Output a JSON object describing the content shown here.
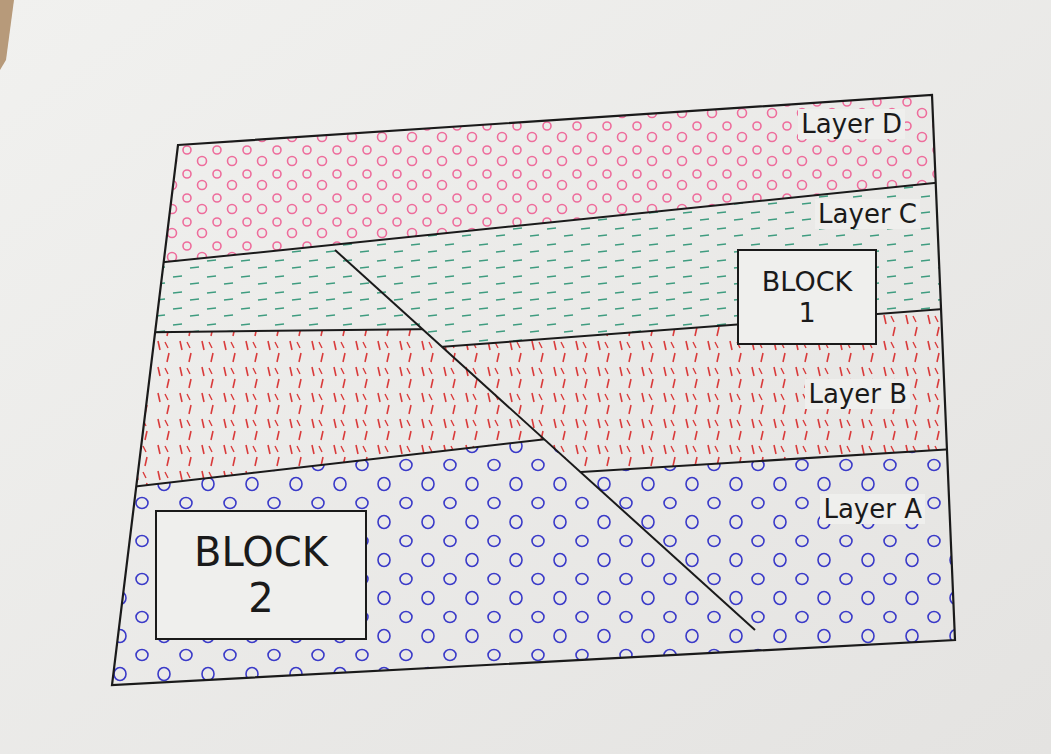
{
  "diagram": {
    "nodes": [
      {
        "text": [
          "BLOCK 1"
        ]
      },
      {
        "text": [
          "BLOCK 2"
        ]
      }
    ],
    "labels": [
      "Layer D",
      "Layer C",
      "Layer B",
      "Layer A"
    ]
  }
}
